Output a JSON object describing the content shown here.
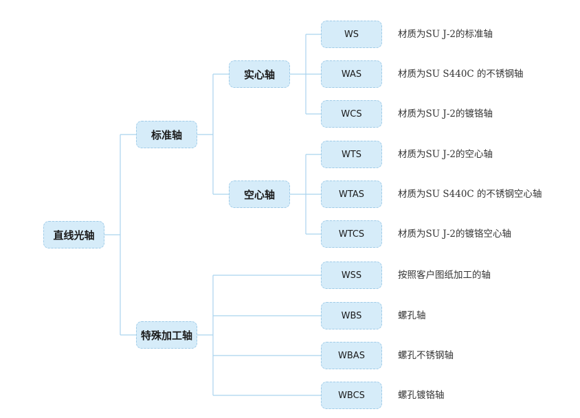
{
  "root": {
    "label": "直线光轴"
  },
  "branches": [
    {
      "label": "标准轴"
    },
    {
      "label": "特殊加工轴"
    }
  ],
  "subbranches": [
    {
      "label": "实心轴"
    },
    {
      "label": "空心轴"
    }
  ],
  "leaves": [
    {
      "code": "WS",
      "desc": "材质为SU J-2的标准轴"
    },
    {
      "code": "WAS",
      "desc": "材质为SU S440C 的不锈钢轴"
    },
    {
      "code": "WCS",
      "desc": "材质为SU J-2的镀铬轴"
    },
    {
      "code": "WTS",
      "desc": "材质为SU J-2的空心轴"
    },
    {
      "code": "WTAS",
      "desc": "材质为SU S440C 的不锈钢空心轴"
    },
    {
      "code": "WTCS",
      "desc": "材质为SU J-2的镀铬空心轴"
    },
    {
      "code": "WSS",
      "desc": "按照客户图纸加工的轴"
    },
    {
      "code": "WBS",
      "desc": "螺孔轴"
    },
    {
      "code": "WBAS",
      "desc": "螺孔不锈钢轴"
    },
    {
      "code": "WBCS",
      "desc": "螺孔镀铬轴"
    }
  ],
  "colors": {
    "node_fill": "#d6ecf9",
    "node_border": "#9fcbe8",
    "line": "#a9d3ee"
  }
}
